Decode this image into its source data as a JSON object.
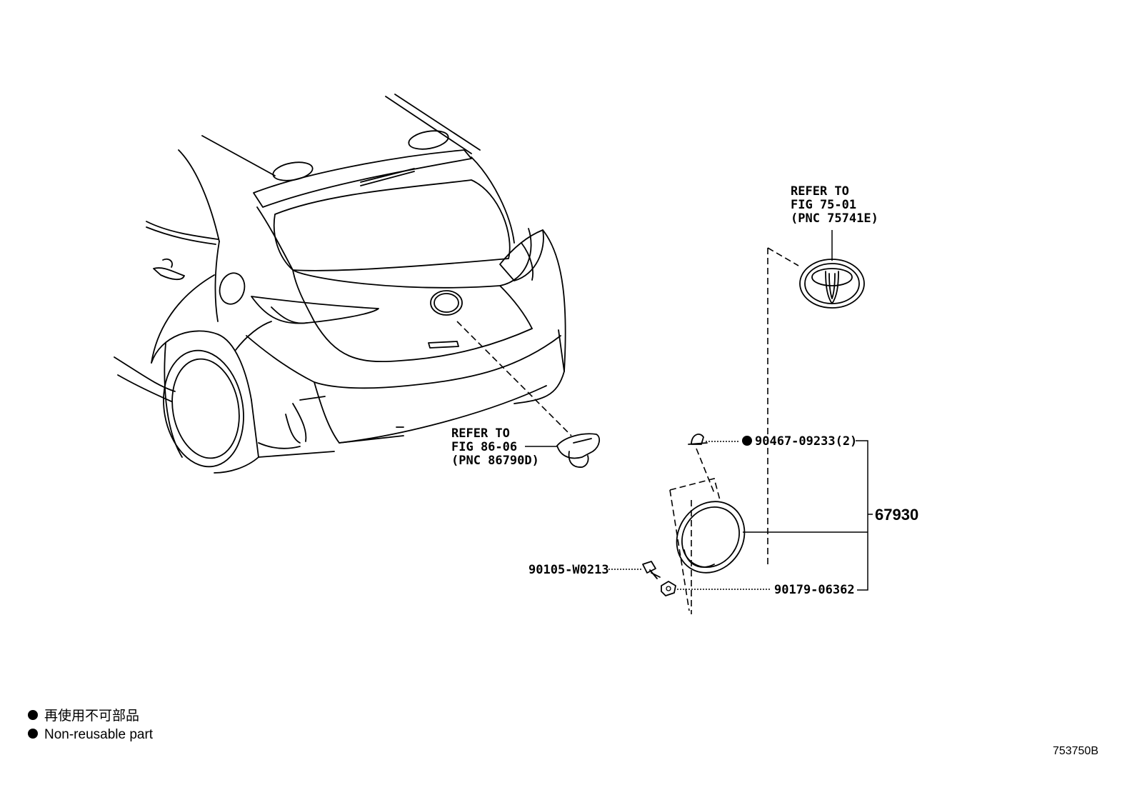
{
  "callouts": {
    "emblem_ref": [
      "REFER TO",
      "FIG 75-01",
      "(PNC 75741E)"
    ],
    "camera_ref": [
      "REFER TO",
      "FIG 86-06",
      "(PNC 86790D)"
    ]
  },
  "parts": {
    "clip": "90467-09233(2)",
    "assembly": "67930",
    "screw": "90105-W0213",
    "nut": "90179-06362"
  },
  "legend": {
    "japanese": "再使用不可部品",
    "english": "Non-reusable part"
  },
  "illustration_code": "753750B"
}
